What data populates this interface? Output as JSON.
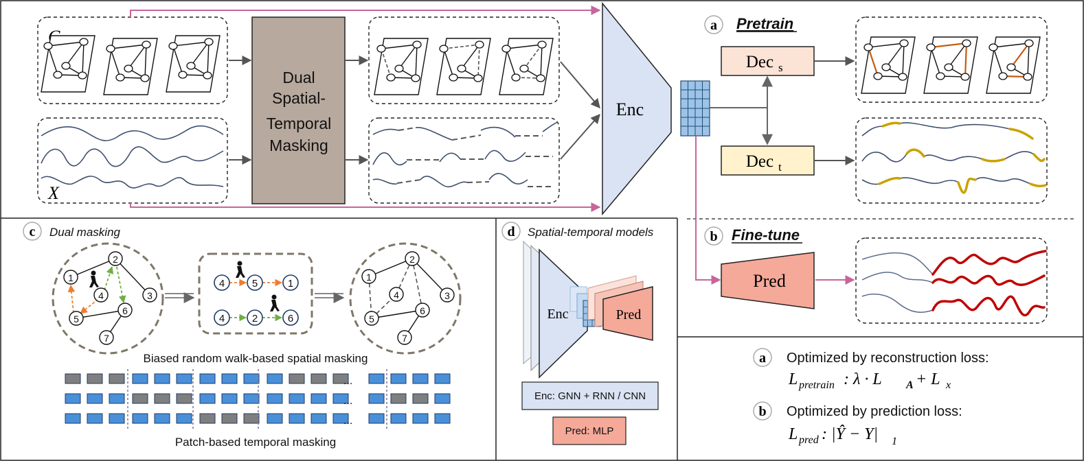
{
  "pretrain": {
    "input_graph_label": "G",
    "input_series_label": "X",
    "masking_block": [
      "Dual",
      "Spatial-",
      "Temporal",
      "Masking"
    ],
    "encoder": "Enc",
    "badge_a": "a",
    "pretrain_title": "Pretrain",
    "dec_s": "Dec",
    "dec_s_sub": "s",
    "dec_t": "Dec",
    "dec_t_sub": "t"
  },
  "finetune": {
    "badge_b": "b",
    "title": "Fine-tune",
    "pred": "Pred"
  },
  "dual_masking": {
    "badge": "c",
    "title": "Dual masking",
    "walk_orange": [
      "4",
      "5",
      "1"
    ],
    "walk_green": [
      "4",
      "2",
      "6"
    ],
    "spatial_caption": "Biased random walk-based spatial masking",
    "temporal_caption": "Patch-based temporal masking",
    "ellipsis": "..."
  },
  "st_models": {
    "badge": "d",
    "title": "Spatial-temporal models",
    "enc": "Enc",
    "pred": "Pred",
    "enc_legend": "Enc: GNN + RNN / CNN",
    "pred_legend": "Pred: MLP"
  },
  "losses": {
    "a_badge": "a",
    "a_text": "Optimized by reconstruction loss:",
    "a_formula_L": "L",
    "a_formula_sub": "pretrain",
    "a_formula_rest": ": λ · L",
    "a_formula_A": "A",
    "a_formula_plus": " + L",
    "a_formula_x": "x",
    "b_badge": "b",
    "b_text": "Optimized by prediction loss:",
    "b_formula_L": "L",
    "b_formula_sub": "pred",
    "b_formula_rest": ": |Ŷ  − Y|",
    "b_formula_one": "1"
  },
  "colors": {
    "masking_block": "#b8a99e",
    "encoder": "#dae3f3",
    "dec_s": "#fbe3d6",
    "dec_t": "#fff2cc",
    "pred": "#f4a999",
    "pink_arrow": "#c8659a",
    "series": "#3d4f6f",
    "highlight_gold": "#c9a200",
    "highlight_red": "#c00000",
    "walk_orange": "#ed7d31",
    "walk_green": "#70ad47",
    "patch_blue": "#4a90d9",
    "patch_gray": "#7f7f7f"
  }
}
